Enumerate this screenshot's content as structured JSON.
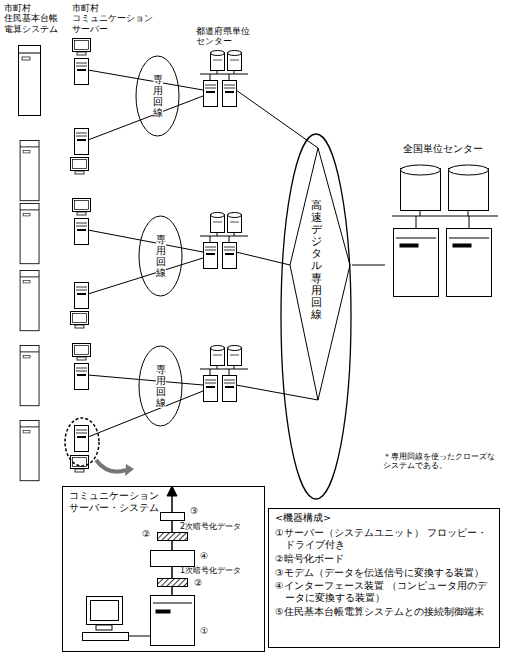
{
  "diagram": {
    "nodes": [
      {
        "text": [
          "専用回線"
        ]
      },
      {
        "text": [
          "専用回線"
        ]
      },
      {
        "text": [
          "専用回線"
        ]
      },
      {
        "text": [
          "高速デジタル専用回線"
        ]
      },
      {
        "text": [
          "全国単位センター"
        ]
      },
      {
        "text": [
          "コミュニケーション サーバー・システム"
        ]
      },
      {
        "text": [
          "<機器構成>",
          "①サーバー（システムユニット） フロッピー・ドライブ付き",
          "②暗号化ボード",
          "③モデム（データを伝送信号に変換する装置）",
          "④インターフェース装置 （コンピュータ用のデータに変換する装置）",
          "⑤住民基本台帳電算システムとの接続制御端末"
        ]
      }
    ],
    "edges": [
      {
        "from": 3,
        "to": 4,
        "arrow": "none"
      }
    ],
    "labels": [
      "市町村 住民基本台帳 電算システム",
      "市町村 コミュニケーション サーバー",
      "都道府県単位 センター",
      "＊専用回線を使ったクローズなシステムである。",
      "③",
      "2次暗号化データ",
      "②",
      "④",
      "1次暗号化データ",
      "②",
      "①"
    ]
  }
}
